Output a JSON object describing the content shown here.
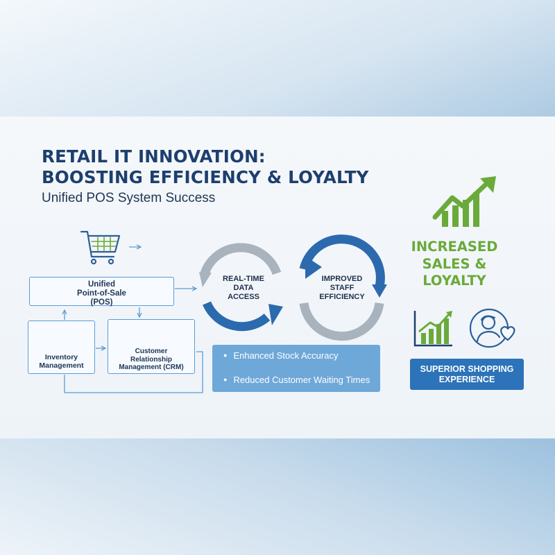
{
  "title_lines": [
    "RETAIL IT INNOVATION:",
    "BOOSTING EFFICIENCY & LOYALTY"
  ],
  "subtitle": "Unified POS System Success",
  "pos_box": {
    "lines": [
      "Unified",
      "Point-of-Sale",
      "(POS)"
    ]
  },
  "inventory_box": {
    "lines": [
      "Inventory",
      "Management"
    ]
  },
  "crm_box": {
    "lines": [
      "Customer",
      "Relationship",
      "Management (CRM)"
    ]
  },
  "cycle": {
    "left_lines": [
      "REAL-TIME",
      "DATA",
      "ACCESS"
    ],
    "right_lines": [
      "IMPROVED",
      "STAFF",
      "EFFICIENCY"
    ]
  },
  "benefits": [
    "Enhanced Stock Accuracy",
    "Reduced Customer Waiting Times"
  ],
  "sales_lines": [
    "INCREASED",
    "SALES &",
    "LOYALTY"
  ],
  "experience_lines": [
    "SUPERIOR SHOPPING",
    "EXPERIENCE"
  ],
  "icons": [
    "shopping-cart-icon",
    "boxes-icon",
    "handshake-icon",
    "trend-up-icon",
    "bar-chart-icon",
    "customer-heart-icon"
  ],
  "colors": {
    "navy": "#1d3f6e",
    "blue": "#2c73b9",
    "light_blue": "#5b9bd5",
    "green": "#6aaa3a",
    "gray": "#a8b3be"
  }
}
